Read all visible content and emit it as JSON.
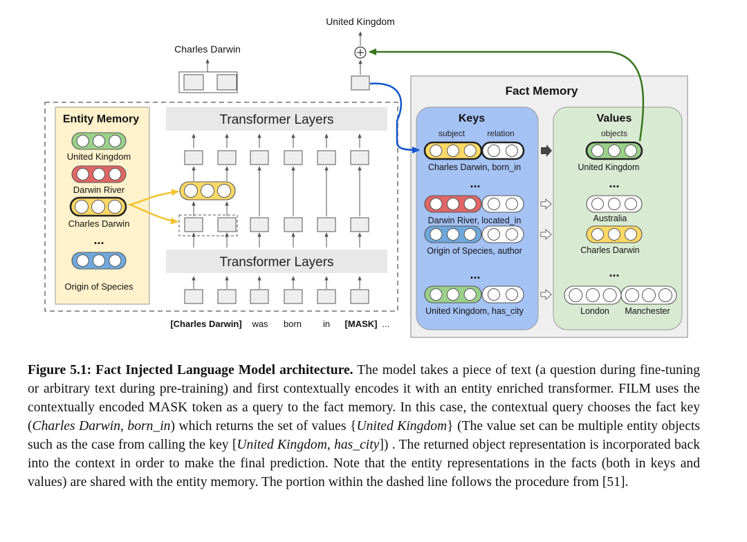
{
  "figure": {
    "top_output": "United Kingdom",
    "left_output": "Charles Darwin",
    "fact_memory_title": "Fact Memory",
    "keys": {
      "title": "Keys",
      "col_subject": "subject",
      "col_relation": "relation",
      "key_labels": [
        "Charles Darwin,  born_in",
        "Darwin River,  located_in",
        "Origin of Species,  author",
        "United Kingdom, has_city"
      ],
      "ellipsis": "..."
    },
    "values": {
      "title": "Values",
      "col_objects": "objects",
      "value_labels": [
        "United Kingdom",
        "Australia",
        "Charles Darwin"
      ],
      "pair_left": "London",
      "pair_right": "Manchester",
      "ellipsis": "..."
    },
    "entity_memory": {
      "title": "Entity Memory",
      "items": [
        "United Kingdom",
        "Darwin River",
        "Charles Darwin",
        "Origin of Species"
      ],
      "ellipsis": "..."
    },
    "transformer_top": "Transformer Layers",
    "transformer_bottom": "Transformer Layers",
    "input_tokens": [
      "[Charles Darwin]",
      "was",
      "born",
      "in",
      "[MASK]",
      "..."
    ],
    "colors": {
      "green": "#9bd08a",
      "red": "#e06666",
      "yellow": "#ffd966",
      "blue": "#6fa8dc",
      "gray": "#eeeeee",
      "keys_bg": "#a4c2f4",
      "values_bg": "#d9ead3",
      "entity_bg": "#fff2cc",
      "fact_bg": "#efefef",
      "green_arrow": "#38761d",
      "blue_arrow": "#1155cc",
      "yellow_arrow": "#f1c232"
    }
  },
  "caption": {
    "label": "Figure 5.1:",
    "bold_title": "Fact Injected Language Model architecture.",
    "text_1": " The model takes a piece of text (a question during fine-tuning or arbitrary text during pre-training) and first contextually encodes it with an entity enriched transformer. FILM uses the contextually encoded MASK token as a query to the fact memory. In this case, the contextual query chooses the fact key (",
    "italic_1": "Charles Darwin, born_in",
    "text_2": ") which returns the set of values {",
    "italic_2": "United Kingdom",
    "text_3": "} (The value set can be multiple entity objects such as the case from calling the key [",
    "italic_3": "United Kingdom, has_city",
    "text_4": "]) . The returned object representation is incorporated back into the context in order to make the final prediction. Note that the entity representations in the facts (both in keys and values) are shared with the entity memory. The portion within the dashed line follows the procedure from [51]."
  }
}
